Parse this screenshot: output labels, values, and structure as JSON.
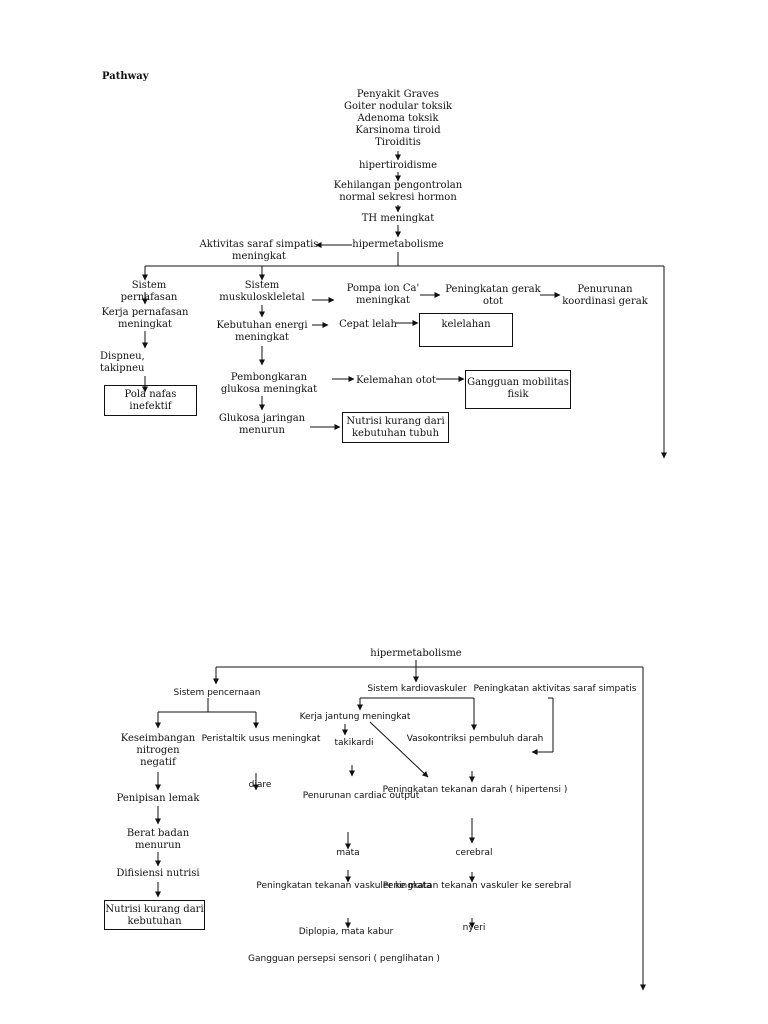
{
  "page": {
    "title": "Pathway"
  },
  "part1": {
    "causes": [
      "Penyakit Graves",
      "Goiter nodular toksik",
      "Adenoma toksik",
      "Karsinoma tiroid",
      "Tiroiditis"
    ],
    "hipertiroidisme": "hipertiroidisme",
    "kehilangan": "Kehilangan pengontrolan\nnormal sekresi hormon",
    "th": "TH meningkat",
    "hipermetabolisme": "hipermetabolisme",
    "aktivitas_simpatis": "Aktivitas saraf simpatis\nmeningkat",
    "sistem_pernafasan": "Sistem pernafasan",
    "kerja_pernafasan": "Kerja pernafasan\nmeningkat",
    "dispneu": "Dispneu,\ntakipneu",
    "pola_nafas": "Pola nafas\ninefektif",
    "sistem_musku": "Sistem\nmuskuloskleletal",
    "kebutuhan_energi": "Kebutuhan energi\nmeningkat",
    "pembongkaran": "Pembongkaran\nglukosa meningkat",
    "glukosa_turun": "Glukosa jaringan\nmenurun",
    "pompa": "Pompa ion Ca'\nmeningkat",
    "cepat_lelah": "Cepat lelah",
    "kelelahan": "kelelahan",
    "kelemahan": "Kelemahan otot",
    "gangguan_mobilitas": "Gangguan mobilitas\nfisik",
    "nutrisi_kurang": "Nutrisi kurang dari\nkebutuhan tubuh",
    "peningkatan_gerak": "Peningkatan gerak\notot",
    "penurunan_koordinasi": "Penurunan\nkoordinasi gerak"
  },
  "part2": {
    "hipermetabolisme": "hipermetabolisme",
    "sistem_pencernaan": "Sistem pencernaan",
    "keseimbangan": "Keseimbangan\nnitrogen\nnegatif",
    "penipisan": "Penipisan lemak",
    "berat_badan": "Berat badan\nmenurun",
    "difisiensi": "Difisiensi nutrisi",
    "nutrisi_kurang": "Nutrisi kurang dari\nkebutuhan",
    "peristaltik": "Peristaltik usus meningkat",
    "diare": "diare",
    "sistem_kardio": "Sistem kardiovaskuler",
    "peningkatan_aktivitas": "Peningkatan aktivitas saraf simpatis",
    "kerja_jantung": "Kerja jantung meningkat",
    "takikardi": "takikardi",
    "vasokontriksi": "Vasokontriksi pembuluh darah",
    "penurunan_cardiac": "Penurunan cardiac output",
    "hipertensi": "Peningkatan tekanan darah ( hipertensi )",
    "mata": "mata",
    "cerebral": "cerebral",
    "vaskuler_mata": "Peningkatan tekanan vaskuler ke mata",
    "vaskuler_serebral": "Peningkatan tekanan vaskuler ke serebral",
    "diplopia": "Diplopia, mata kabur",
    "nyeri": "nyeri",
    "gangguan_persepsi": "Gangguan persepsi sensori ( penglihatan )"
  }
}
